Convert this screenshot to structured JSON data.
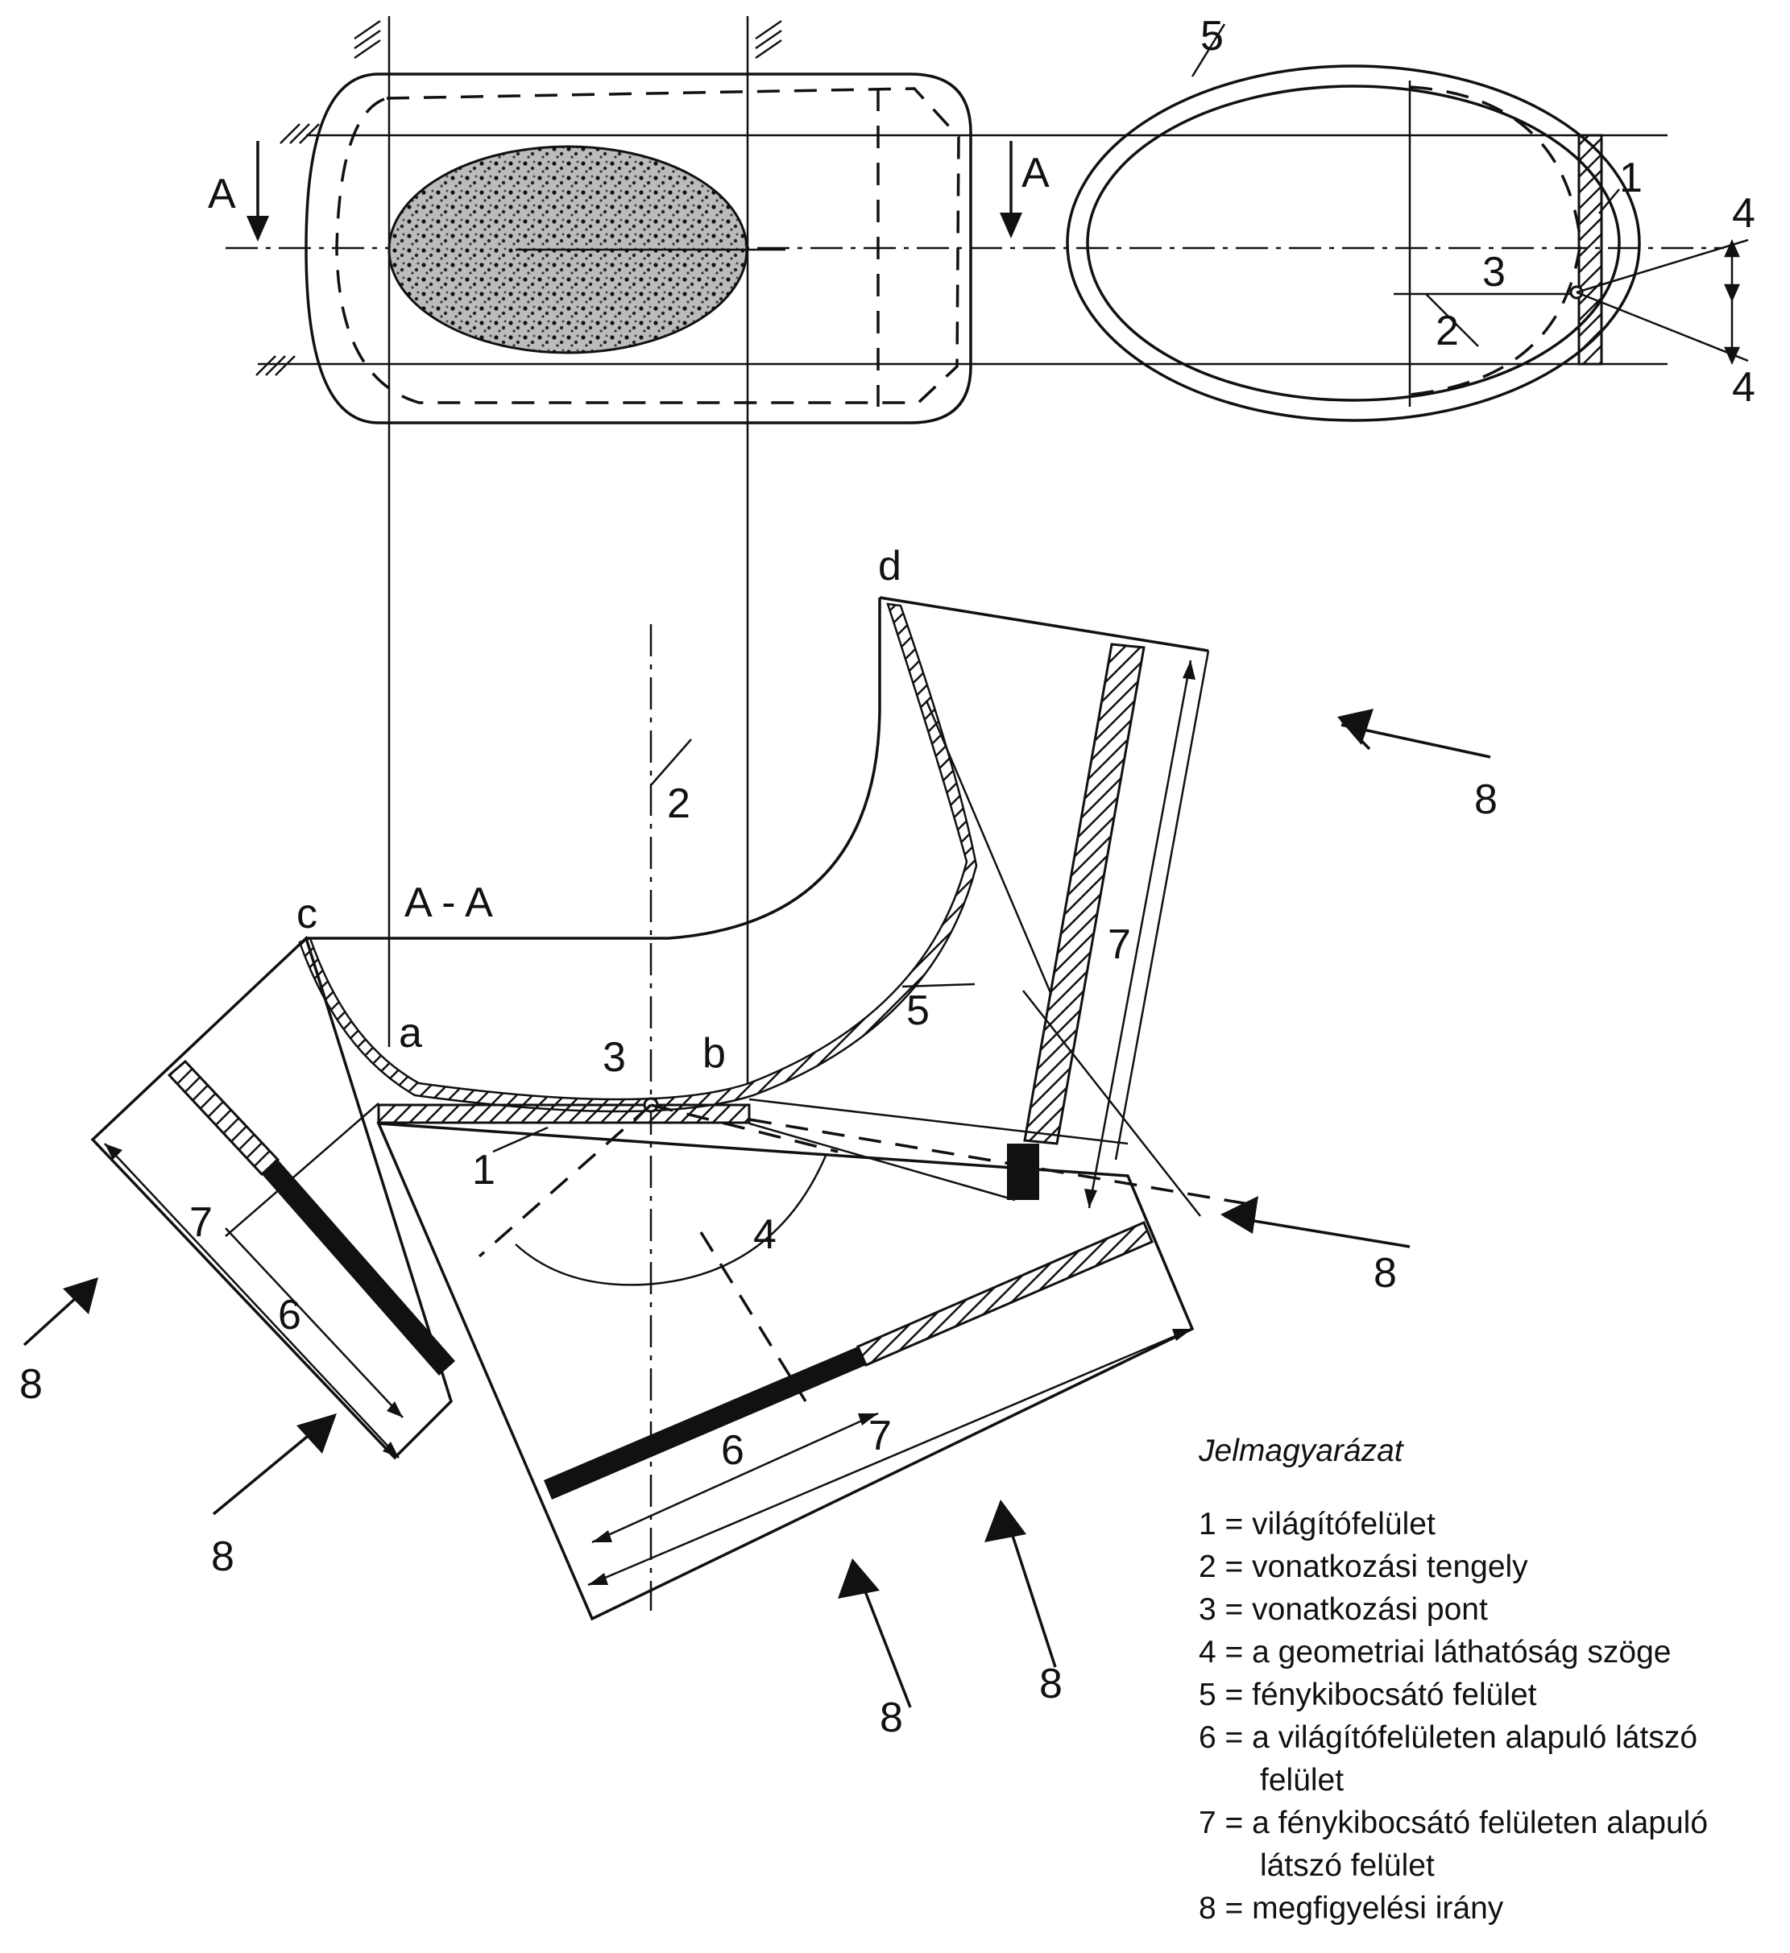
{
  "diagram": {
    "section_marker": "A",
    "section_title": "A - A",
    "point_labels": [
      "a",
      "b",
      "c",
      "d"
    ],
    "callouts": {
      "n1": "1",
      "n2": "2",
      "n3": "3",
      "n4": "4",
      "n5": "5",
      "n6": "6",
      "n7": "7",
      "n8": "8"
    }
  },
  "legend": {
    "title": "Jelmagyarázat",
    "items": [
      "1 = világítófelület",
      "2 = vonatkozási tengely",
      "3 = vonatkozási pont",
      "4 = a geometriai láthatóság szöge",
      "5 = fénykibocsátó felület",
      "6 = a világítófelületen alapuló látszó",
      "felület",
      "7 = a fénykibocsátó felületen alapuló",
      "látszó felület",
      "8 = megfigyelési irány"
    ]
  }
}
